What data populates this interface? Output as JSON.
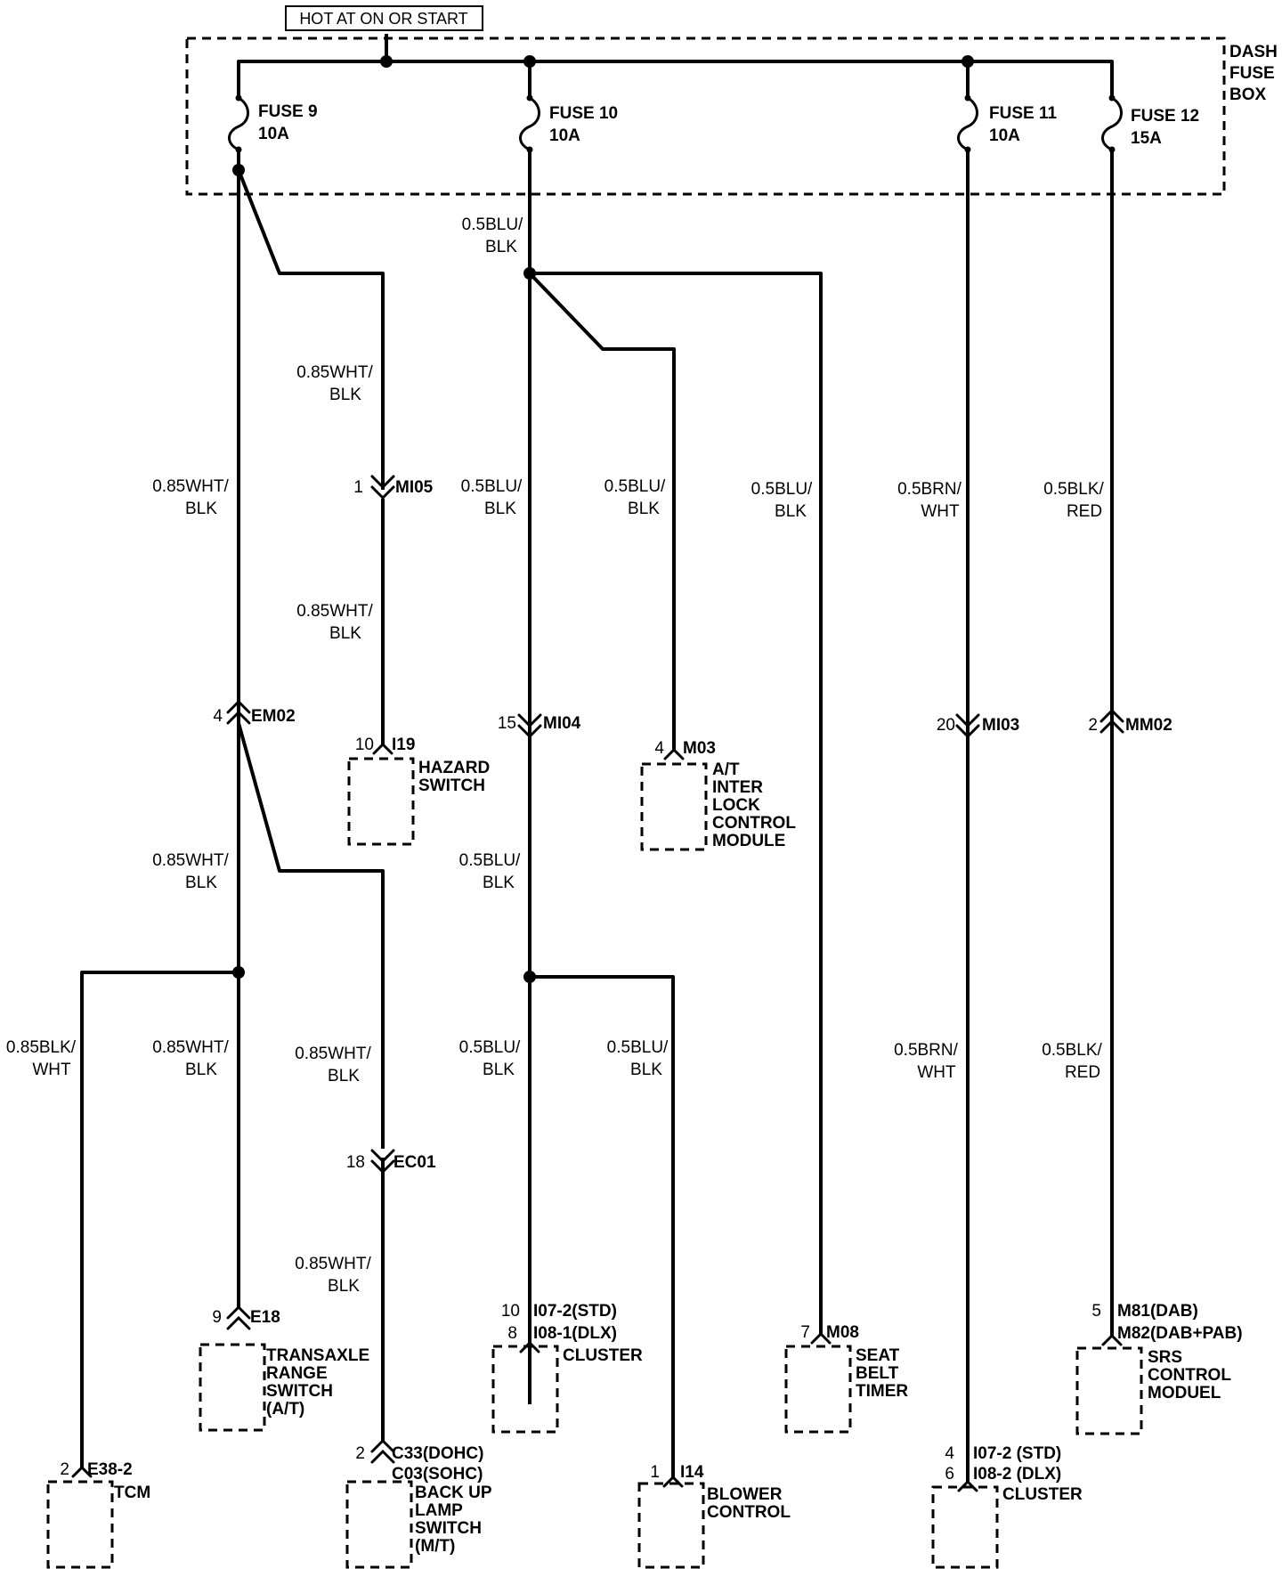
{
  "header": {
    "hot_label": "HOT AT ON OR START"
  },
  "fuse_box": {
    "label_line1": "DASH",
    "label_line2": "FUSE",
    "label_line3": "BOX"
  },
  "fuses": [
    {
      "name": "FUSE 9",
      "rating": "10A"
    },
    {
      "name": "FUSE 10",
      "rating": "10A"
    },
    {
      "name": "FUSE 11",
      "rating": "10A"
    },
    {
      "name": "FUSE 12",
      "rating": "15A"
    }
  ],
  "wires": {
    "w1": [
      "0.5BLU/",
      "BLK"
    ],
    "w2": [
      "0.85WHT/",
      "BLK"
    ],
    "w3": [
      "0.85WHT/",
      "BLK"
    ],
    "w4": [
      "0.5BLU/",
      "BLK"
    ],
    "w5": [
      "0.5BLU/",
      "BLK"
    ],
    "w6": [
      "0.5BLU/",
      "BLK"
    ],
    "w7": [
      "0.5BRN/",
      "WHT"
    ],
    "w8": [
      "0.5BLK/",
      "RED"
    ],
    "w9": [
      "0.85WHT/",
      "BLK"
    ],
    "w10": [
      "0.85WHT/",
      "BLK"
    ],
    "w11": [
      "0.5BLU/",
      "BLK"
    ],
    "w12": [
      "0.85BLK/",
      "WHT"
    ],
    "w13": [
      "0.85WHT/",
      "BLK"
    ],
    "w14": [
      "0.85WHT/",
      "BLK"
    ],
    "w15": [
      "0.5BLU/",
      "BLK"
    ],
    "w16": [
      "0.5BLU/",
      "BLK"
    ],
    "w17": [
      "0.5BRN/",
      "WHT"
    ],
    "w18": [
      "0.5BLK/",
      "RED"
    ],
    "w19": [
      "0.85WHT/",
      "BLK"
    ]
  },
  "connectors": {
    "mi05": {
      "pin": "1",
      "name": "MI05"
    },
    "em02": {
      "pin": "4",
      "name": "EM02"
    },
    "mi04": {
      "pin": "15",
      "name": "MI04"
    },
    "mi03": {
      "pin": "20",
      "name": "MI03"
    },
    "mm02": {
      "pin": "2",
      "name": "MM02"
    },
    "i19": {
      "pin": "10",
      "name": "I19"
    },
    "m03": {
      "pin": "4",
      "name": "M03"
    },
    "ec01": {
      "pin": "18",
      "name": "EC01"
    },
    "e18": {
      "pin": "9",
      "name": "E18"
    },
    "i07": {
      "pin1": "10",
      "name1": "I07-2(STD)",
      "pin2": "8",
      "name2": "I08-1(DLX)"
    },
    "m08": {
      "pin": "7",
      "name": "M08"
    },
    "m81": {
      "pin": "5",
      "name1": "M81(DAB)",
      "name2": "M82(DAB+PAB)"
    },
    "e38": {
      "pin": "2",
      "name": "E38-2"
    },
    "c33": {
      "pin": "2",
      "name1": "C33(DOHC)",
      "name2": "C03(SOHC)"
    },
    "i14": {
      "pin": "1",
      "name": "I14"
    },
    "i07b": {
      "pin1": "4",
      "name1": "I07-2 (STD)",
      "pin2": "6",
      "name2": "I08-2 (DLX)"
    }
  },
  "components": {
    "hazard": [
      "HAZARD",
      "SWITCH"
    ],
    "atinter": [
      "A/T",
      "INTER",
      "LOCK",
      "CONTROL",
      "MODULE"
    ],
    "transaxle": [
      "TRANSAXLE",
      "RANGE",
      "SWITCH",
      "(A/T)"
    ],
    "cluster1": [
      "CLUSTER"
    ],
    "seatbelt": [
      "SEAT",
      "BELT",
      "TIMER"
    ],
    "srs": [
      "SRS",
      "CONTROL",
      "MODUEL"
    ],
    "tcm": [
      "TCM"
    ],
    "backup": [
      "BACK UP",
      "LAMP",
      "SWITCH",
      "(M/T)"
    ],
    "blower": [
      "BLOWER",
      "CONTROL"
    ],
    "cluster2": [
      "CLUSTER"
    ]
  }
}
